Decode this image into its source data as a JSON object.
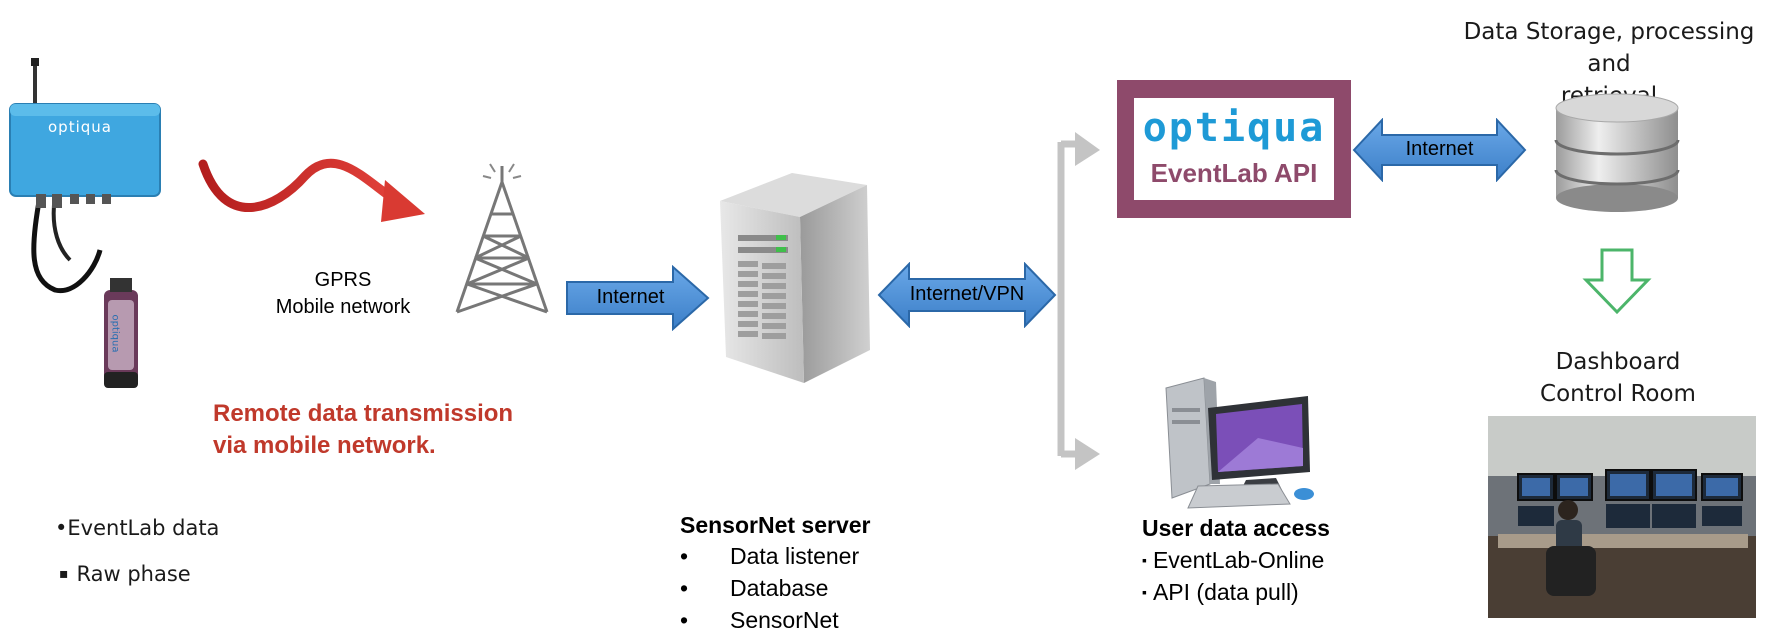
{
  "device": {
    "logo_text": "optiqua",
    "probe_text": "optiqua"
  },
  "gprs": {
    "line1": "GPRS",
    "line2": "Mobile network"
  },
  "remote": {
    "line1": "Remote data transmission",
    "line2": "via mobile network."
  },
  "left_bullets": {
    "item1": "•EventLab data",
    "item2_marker": "▪",
    "item2": "Raw phase"
  },
  "arrows": {
    "internet1": "Internet",
    "internet_vpn": "Internet/VPN",
    "internet2": "Internet"
  },
  "server": {
    "title": "SensorNet server",
    "items": [
      "Data listener",
      "Database",
      "SensorNet"
    ]
  },
  "api_box": {
    "logo_text": "optiqua",
    "label": "EventLab API"
  },
  "storage": {
    "line1": "Data Storage, processing and",
    "line2": "retrieval"
  },
  "dashboard": {
    "line1": "Dashboard",
    "line2": "Control Room"
  },
  "user_access": {
    "title": "User data access",
    "items": [
      "EventLab-Online",
      "API (data pull)"
    ]
  },
  "colors": {
    "arrow_blue": "#4a8fd6",
    "red_text": "#c0392b",
    "api_frame": "#8e4a6b",
    "api_text": "#8e4a6b",
    "optiqua_blue": "#1e9ad6",
    "green_arrow": "#4cb56a",
    "gray_line": "#c4c4c4"
  }
}
